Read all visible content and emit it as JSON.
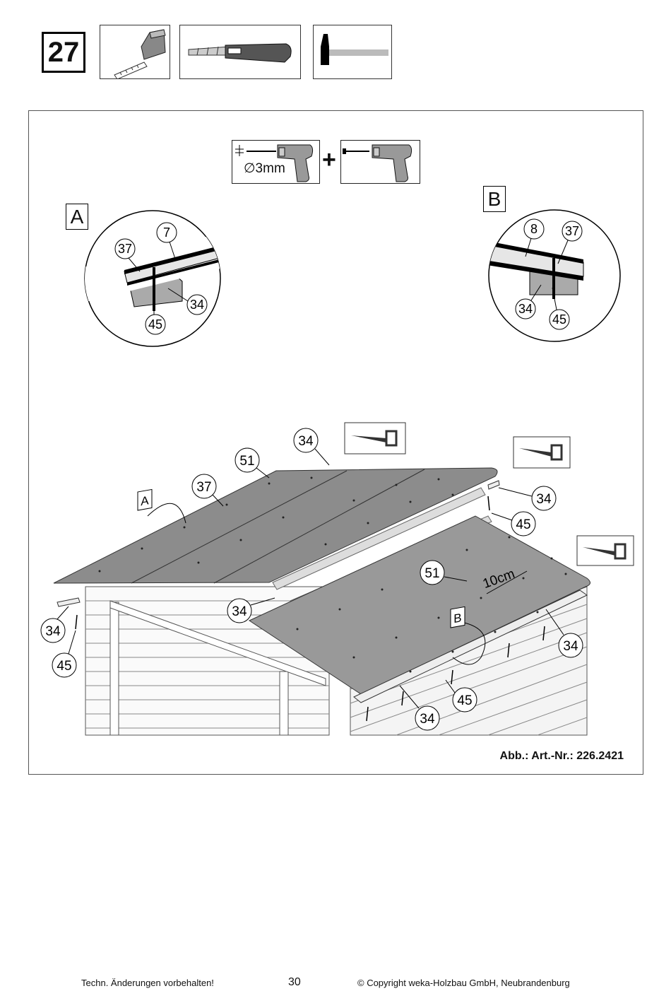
{
  "step": {
    "number": "27"
  },
  "tools": [
    {
      "icon": "tape-measure-icon"
    },
    {
      "icon": "utility-knife-icon"
    },
    {
      "icon": "hammer-icon"
    }
  ],
  "drill": {
    "diameter_label": "∅3mm",
    "plus": "+"
  },
  "details": {
    "a": {
      "label": "A",
      "parts": [
        "37",
        "7",
        "34",
        "45"
      ]
    },
    "b": {
      "label": "B",
      "parts": [
        "8",
        "37",
        "34",
        "45"
      ]
    }
  },
  "main": {
    "labels": {
      "p34_top": "34",
      "p51_left": "51",
      "p37": "37",
      "p34_right_top": "34",
      "p45_right_top": "45",
      "p51_right": "51",
      "measure": "10cm",
      "p34_left": "34",
      "p45_left": "45",
      "p34_center": "34",
      "p34_right": "34",
      "p45_bottom": "45",
      "p34_bottom": "34",
      "callout_a": "A",
      "callout_b": "B"
    }
  },
  "caption": "Abb.: Art.-Nr.: 226.2421",
  "footer": {
    "left": "Techn. Änderungen vorbehalten!",
    "page": "30",
    "right": "© Copyright weka-Holzbau GmbH, Neubrandenburg"
  }
}
